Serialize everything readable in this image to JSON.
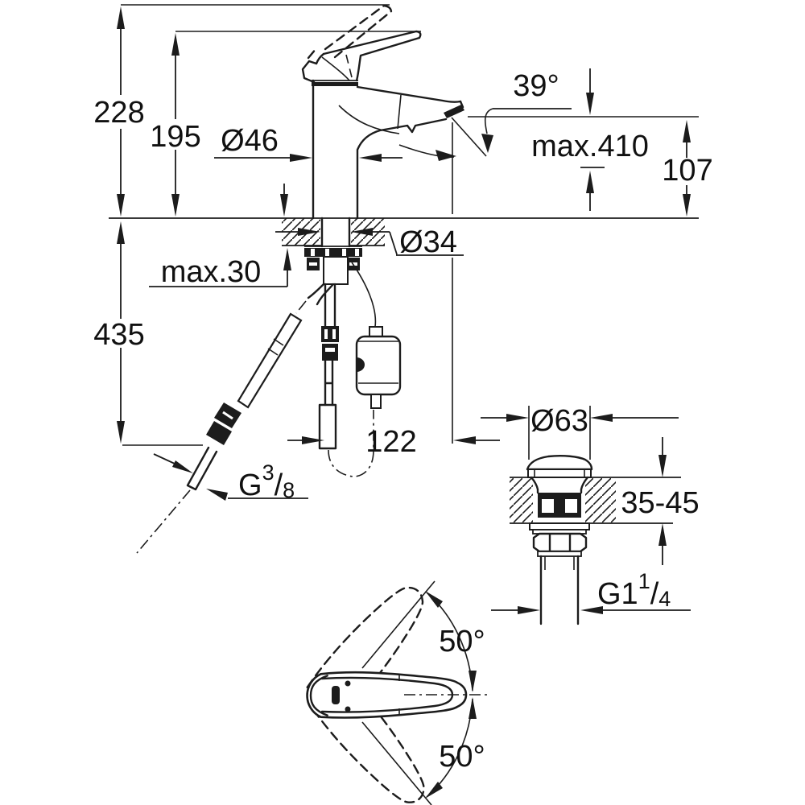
{
  "page": {
    "background": "#ffffff",
    "line_color": "#1c1c1c",
    "text_color": "#111111"
  },
  "labels": {
    "height_total": "228",
    "height_to_spout_top": "195",
    "body_diameter": "Ø46",
    "aerator_angle": "39°",
    "max_rod_depth": "max.410",
    "spout_height": "107",
    "shank_diameter": "Ø34",
    "deck_thickness_max": "max.30",
    "hose_length": "435",
    "spout_reach": "122",
    "supply_thread": {
      "base": "G",
      "sup": "3",
      "slash": "/",
      "sub": "8"
    },
    "drain_cap_diameter": "Ø63",
    "drain_deck_range": "35-45",
    "drain_thread": {
      "base": "G1",
      "sup": "1",
      "slash": "/",
      "sub": "4"
    },
    "handle_swivel_upper": "50°",
    "handle_swivel_lower": "50°"
  }
}
